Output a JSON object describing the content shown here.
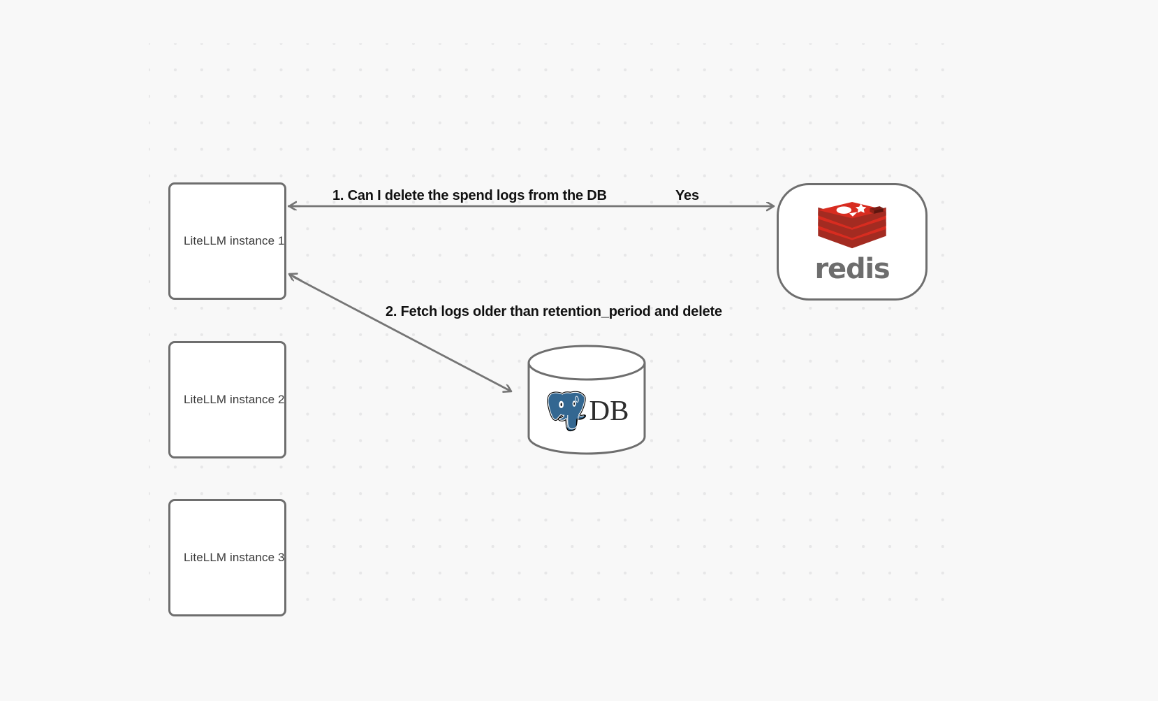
{
  "diagram": {
    "title": "LiteLLM spend log deletion flow",
    "background_color": "#f8f8f8",
    "grid": "dotted"
  },
  "nodes": [
    {
      "id": "instance-1",
      "label": "LiteLLM instance 1",
      "shape": "rectangle",
      "stroke": "#6e6e6e",
      "fill": "#ffffff"
    },
    {
      "id": "instance-2",
      "label": "LiteLLM instance 2",
      "shape": "rectangle",
      "stroke": "#6e6e6e",
      "fill": "#ffffff"
    },
    {
      "id": "instance-3",
      "label": "LiteLLM instance 3",
      "shape": "rectangle",
      "stroke": "#6e6e6e",
      "fill": "#ffffff"
    },
    {
      "id": "redis",
      "label": "redis",
      "shape": "rounded-rectangle",
      "stroke": "#6e6e6e",
      "fill": "#ffffff",
      "logo": "redis-logo",
      "logo_color": "#d82c20",
      "wordmark_color": "#6d6d6d"
    },
    {
      "id": "database",
      "label": "DB",
      "shape": "cylinder",
      "stroke": "#6e6e6e",
      "fill": "#ffffff",
      "logo": "postgresql-elephant-icon",
      "logo_color": "#336791"
    }
  ],
  "edges": [
    {
      "id": "edge-1-request",
      "from": "instance-1",
      "to": "redis",
      "label": "1.  Can I delete the spend logs from the DB",
      "direction": "right",
      "arrow_color": "#757575"
    },
    {
      "id": "edge-1-response",
      "from": "redis",
      "to": "instance-1",
      "label": "Yes",
      "direction": "left",
      "arrow_color": "#757575"
    },
    {
      "id": "edge-2-fetch",
      "from": "instance-1",
      "to": "database",
      "label": "2.  Fetch logs older than retention_period and delete",
      "direction": "down-right",
      "arrow_color": "#757575"
    }
  ],
  "labels": {
    "step_1": "1.  Can I delete the spend logs from the DB",
    "yes": "Yes",
    "step_2": "2.  Fetch logs older than retention_period and delete",
    "redis_wordmark": "redis",
    "db_text": "DB"
  }
}
